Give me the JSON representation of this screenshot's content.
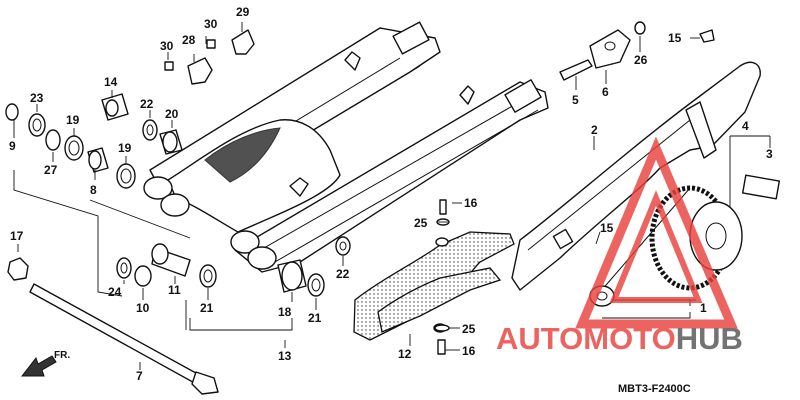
{
  "diagram": {
    "parts": [
      {
        "id": "p1",
        "label": "1"
      },
      {
        "id": "p2",
        "label": "2"
      },
      {
        "id": "p3",
        "label": "3"
      },
      {
        "id": "p4",
        "label": "4"
      },
      {
        "id": "p5",
        "label": "5"
      },
      {
        "id": "p6",
        "label": "6"
      },
      {
        "id": "p7",
        "label": "7"
      },
      {
        "id": "p8",
        "label": "8"
      },
      {
        "id": "p9",
        "label": "9"
      },
      {
        "id": "p10",
        "label": "10"
      },
      {
        "id": "p11",
        "label": "11"
      },
      {
        "id": "p12",
        "label": "12"
      },
      {
        "id": "p13",
        "label": "13"
      },
      {
        "id": "p14",
        "label": "14"
      },
      {
        "id": "p15a",
        "label": "15"
      },
      {
        "id": "p15b",
        "label": "15"
      },
      {
        "id": "p16a",
        "label": "16"
      },
      {
        "id": "p16b",
        "label": "16"
      },
      {
        "id": "p17",
        "label": "17"
      },
      {
        "id": "p18",
        "label": "18"
      },
      {
        "id": "p19a",
        "label": "19"
      },
      {
        "id": "p19b",
        "label": "19"
      },
      {
        "id": "p20",
        "label": "20"
      },
      {
        "id": "p21a",
        "label": "21"
      },
      {
        "id": "p21b",
        "label": "21"
      },
      {
        "id": "p22a",
        "label": "22"
      },
      {
        "id": "p22b",
        "label": "22"
      },
      {
        "id": "p23",
        "label": "23"
      },
      {
        "id": "p24",
        "label": "24"
      },
      {
        "id": "p25a",
        "label": "25"
      },
      {
        "id": "p25b",
        "label": "25"
      },
      {
        "id": "p26",
        "label": "26"
      },
      {
        "id": "p27",
        "label": "27"
      },
      {
        "id": "p28",
        "label": "28"
      },
      {
        "id": "p29",
        "label": "29"
      },
      {
        "id": "p30a",
        "label": "30"
      },
      {
        "id": "p30b",
        "label": "30"
      }
    ],
    "front_arrow": "FR.",
    "diagram_code": "MBT3-F2400C"
  },
  "watermark": {
    "part1": "AUTO",
    "part2": "MOTO",
    "part3": "HUB",
    "color_red": "#e8413c",
    "color_dark": "#555555"
  }
}
